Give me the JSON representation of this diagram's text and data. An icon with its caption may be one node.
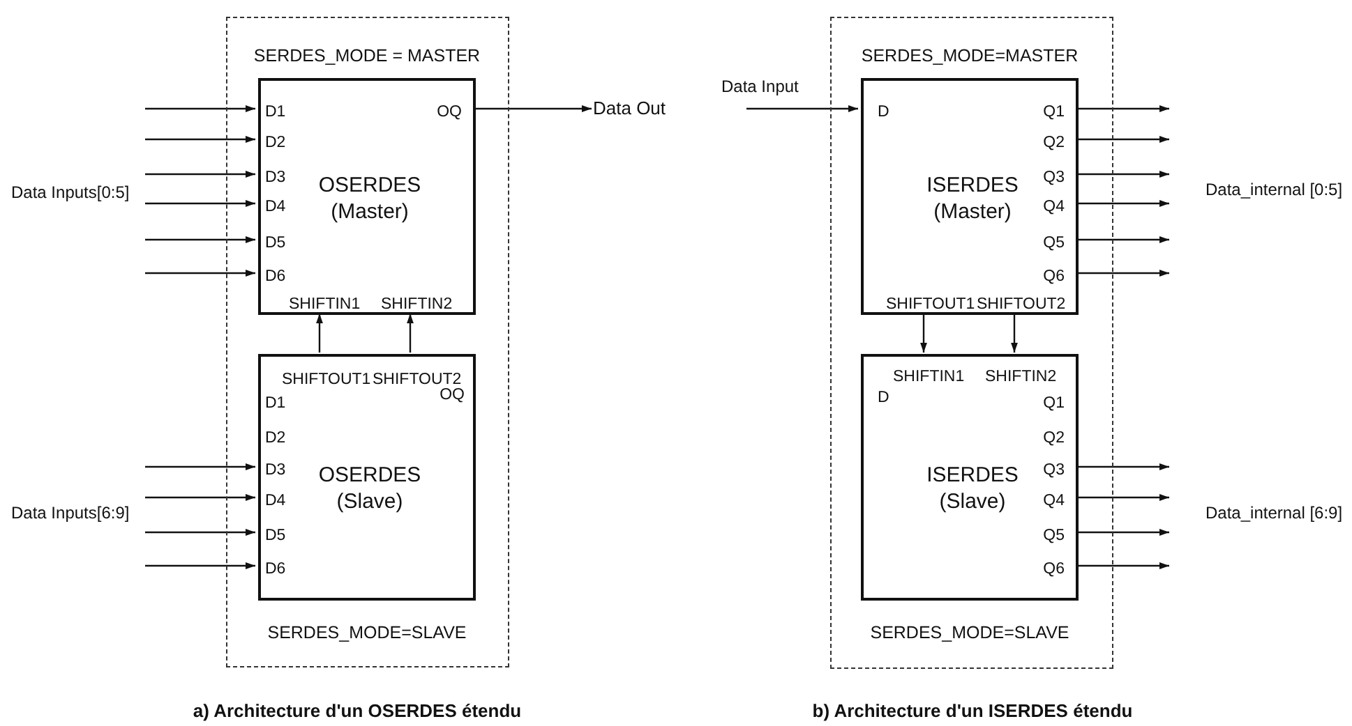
{
  "diagram": {
    "nodes": [
      {
        "text": [],
        "shape": "box"
      },
      {
        "text": [
          "D1",
          "D2",
          "D3",
          "D4",
          "D5",
          "D6",
          "OQ",
          "OSERDES (Master)",
          "SHIFTIN1",
          "SHIFTIN2"
        ],
        "in": 0,
        "beside": [
          "SERDES_MODE = MASTER"
        ]
      },
      {
        "text": [
          "SHIFTOUT1",
          "SHIFTOUT2",
          "D1",
          "D2",
          "D3",
          "D4",
          "D5",
          "D6",
          "OQ",
          "OSERDES (Slave)"
        ],
        "in": 0,
        "beside": [
          "SERDES_MODE=SLAVE"
        ]
      },
      {
        "text": [
          "Data Out"
        ]
      },
      {
        "text": [],
        "shape": "box"
      },
      {
        "text": [
          "D",
          "Q1",
          "Q2",
          "Q3",
          "Q4",
          "Q5",
          "Q6",
          "ISERDES (Master)",
          "SHIFTOUT1",
          "SHIFTOUT2"
        ],
        "in": 4,
        "beside": [
          "SERDES_MODE=MASTER"
        ]
      },
      {
        "text": [
          "SHIFTIN1",
          "SHIFTIN2",
          "D",
          "Q1",
          "Q2",
          "Q3",
          "Q4",
          "Q5",
          "Q6",
          "ISERDES (Slave)"
        ],
        "in": 4,
        "beside": [
          "SERDES_MODE=SLAVE"
        ]
      }
    ],
    "edges": [
      {
        "from": null,
        "to": 1,
        "arrow": "to"
      },
      {
        "from": null,
        "to": 1,
        "arrow": "to"
      },
      {
        "from": null,
        "to": 1,
        "arrow": "to"
      },
      {
        "from": null,
        "to": 1,
        "arrow": "to"
      },
      {
        "from": null,
        "to": 1,
        "arrow": "to"
      },
      {
        "from": null,
        "to": 1,
        "arrow": "to"
      },
      {
        "from": 1,
        "to": 3,
        "arrow": "to"
      },
      {
        "from": 2,
        "to": 1,
        "arrow": "to"
      },
      {
        "from": 2,
        "to": 1,
        "arrow": "to"
      },
      {
        "from": null,
        "to": 2,
        "arrow": "to"
      },
      {
        "from": null,
        "to": 2,
        "arrow": "to"
      },
      {
        "from": null,
        "to": 2,
        "arrow": "to"
      },
      {
        "from": null,
        "to": 2,
        "arrow": "to"
      },
      {
        "from": null,
        "to": 5,
        "arrow": "to"
      },
      {
        "from": 5,
        "to": null,
        "arrow": "to"
      },
      {
        "from": 5,
        "to": null,
        "arrow": "to"
      },
      {
        "from": 5,
        "to": null,
        "arrow": "to"
      },
      {
        "from": 5,
        "to": null,
        "arrow": "to"
      },
      {
        "from": 5,
        "to": null,
        "arrow": "to"
      },
      {
        "from": 5,
        "to": null,
        "arrow": "to"
      },
      {
        "from": 5,
        "to": 6,
        "arrow": "to"
      },
      {
        "from": 5,
        "to": 6,
        "arrow": "to"
      },
      {
        "from": 6,
        "to": null,
        "arrow": "to"
      },
      {
        "from": 6,
        "to": null,
        "arrow": "to"
      },
      {
        "from": 6,
        "to": null,
        "arrow": "to"
      },
      {
        "from": 6,
        "to": null,
        "arrow": "to"
      }
    ],
    "labels": [
      "Data Inputs[0:5]",
      "Data Inputs[6:9]",
      "a) Architecture d'un OSERDES étendu",
      "Data Input",
      "Data_internal [0:5]",
      "Data_internal [6:9]",
      "b) Architecture d'un ISERDES étendu"
    ]
  }
}
